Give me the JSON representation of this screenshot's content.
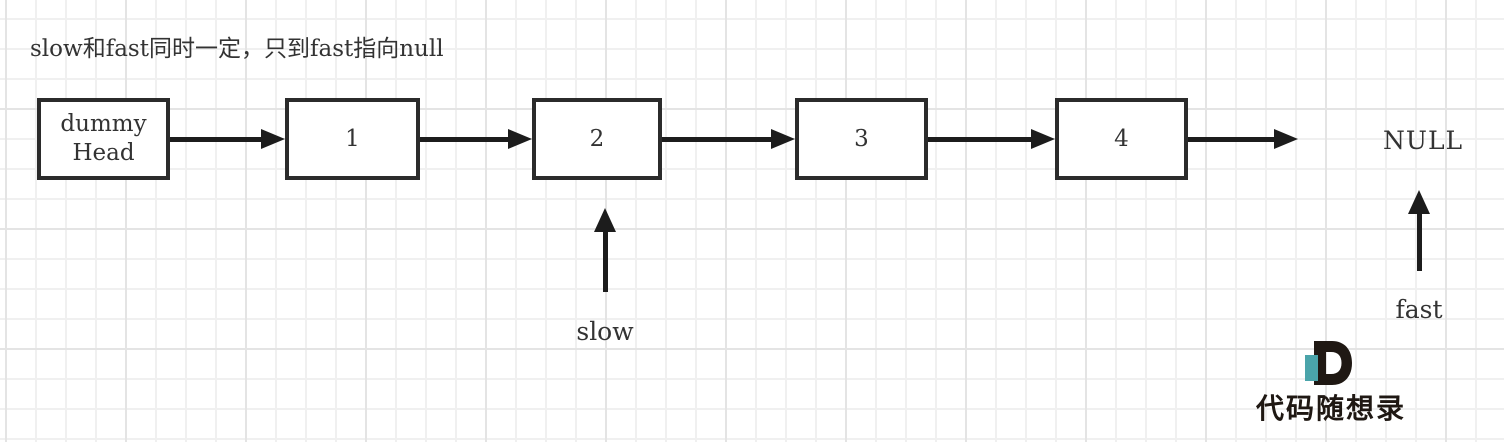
{
  "title": "slow和fast同时一定，只到fast指向null",
  "list": {
    "nodes": [
      {
        "id": "dummy-head",
        "line1": "dummy",
        "line2": "Head"
      },
      {
        "id": "node-1",
        "label": "1"
      },
      {
        "id": "node-2",
        "label": "2"
      },
      {
        "id": "node-3",
        "label": "3"
      },
      {
        "id": "node-4",
        "label": "4"
      }
    ],
    "terminal_label": "NULL"
  },
  "pointers": {
    "slow_label": "slow",
    "fast_label": "fast"
  },
  "logo": {
    "text": "代码随想录"
  },
  "colors": {
    "node_border": "#2b2b2b",
    "arrow": "#1c1c1c",
    "text": "#333333",
    "grid_minor": "#f0f0f0",
    "grid_major": "#e4e4e4",
    "logo_ink": "#1f1813",
    "logo_accent": "#4aa4aa"
  }
}
